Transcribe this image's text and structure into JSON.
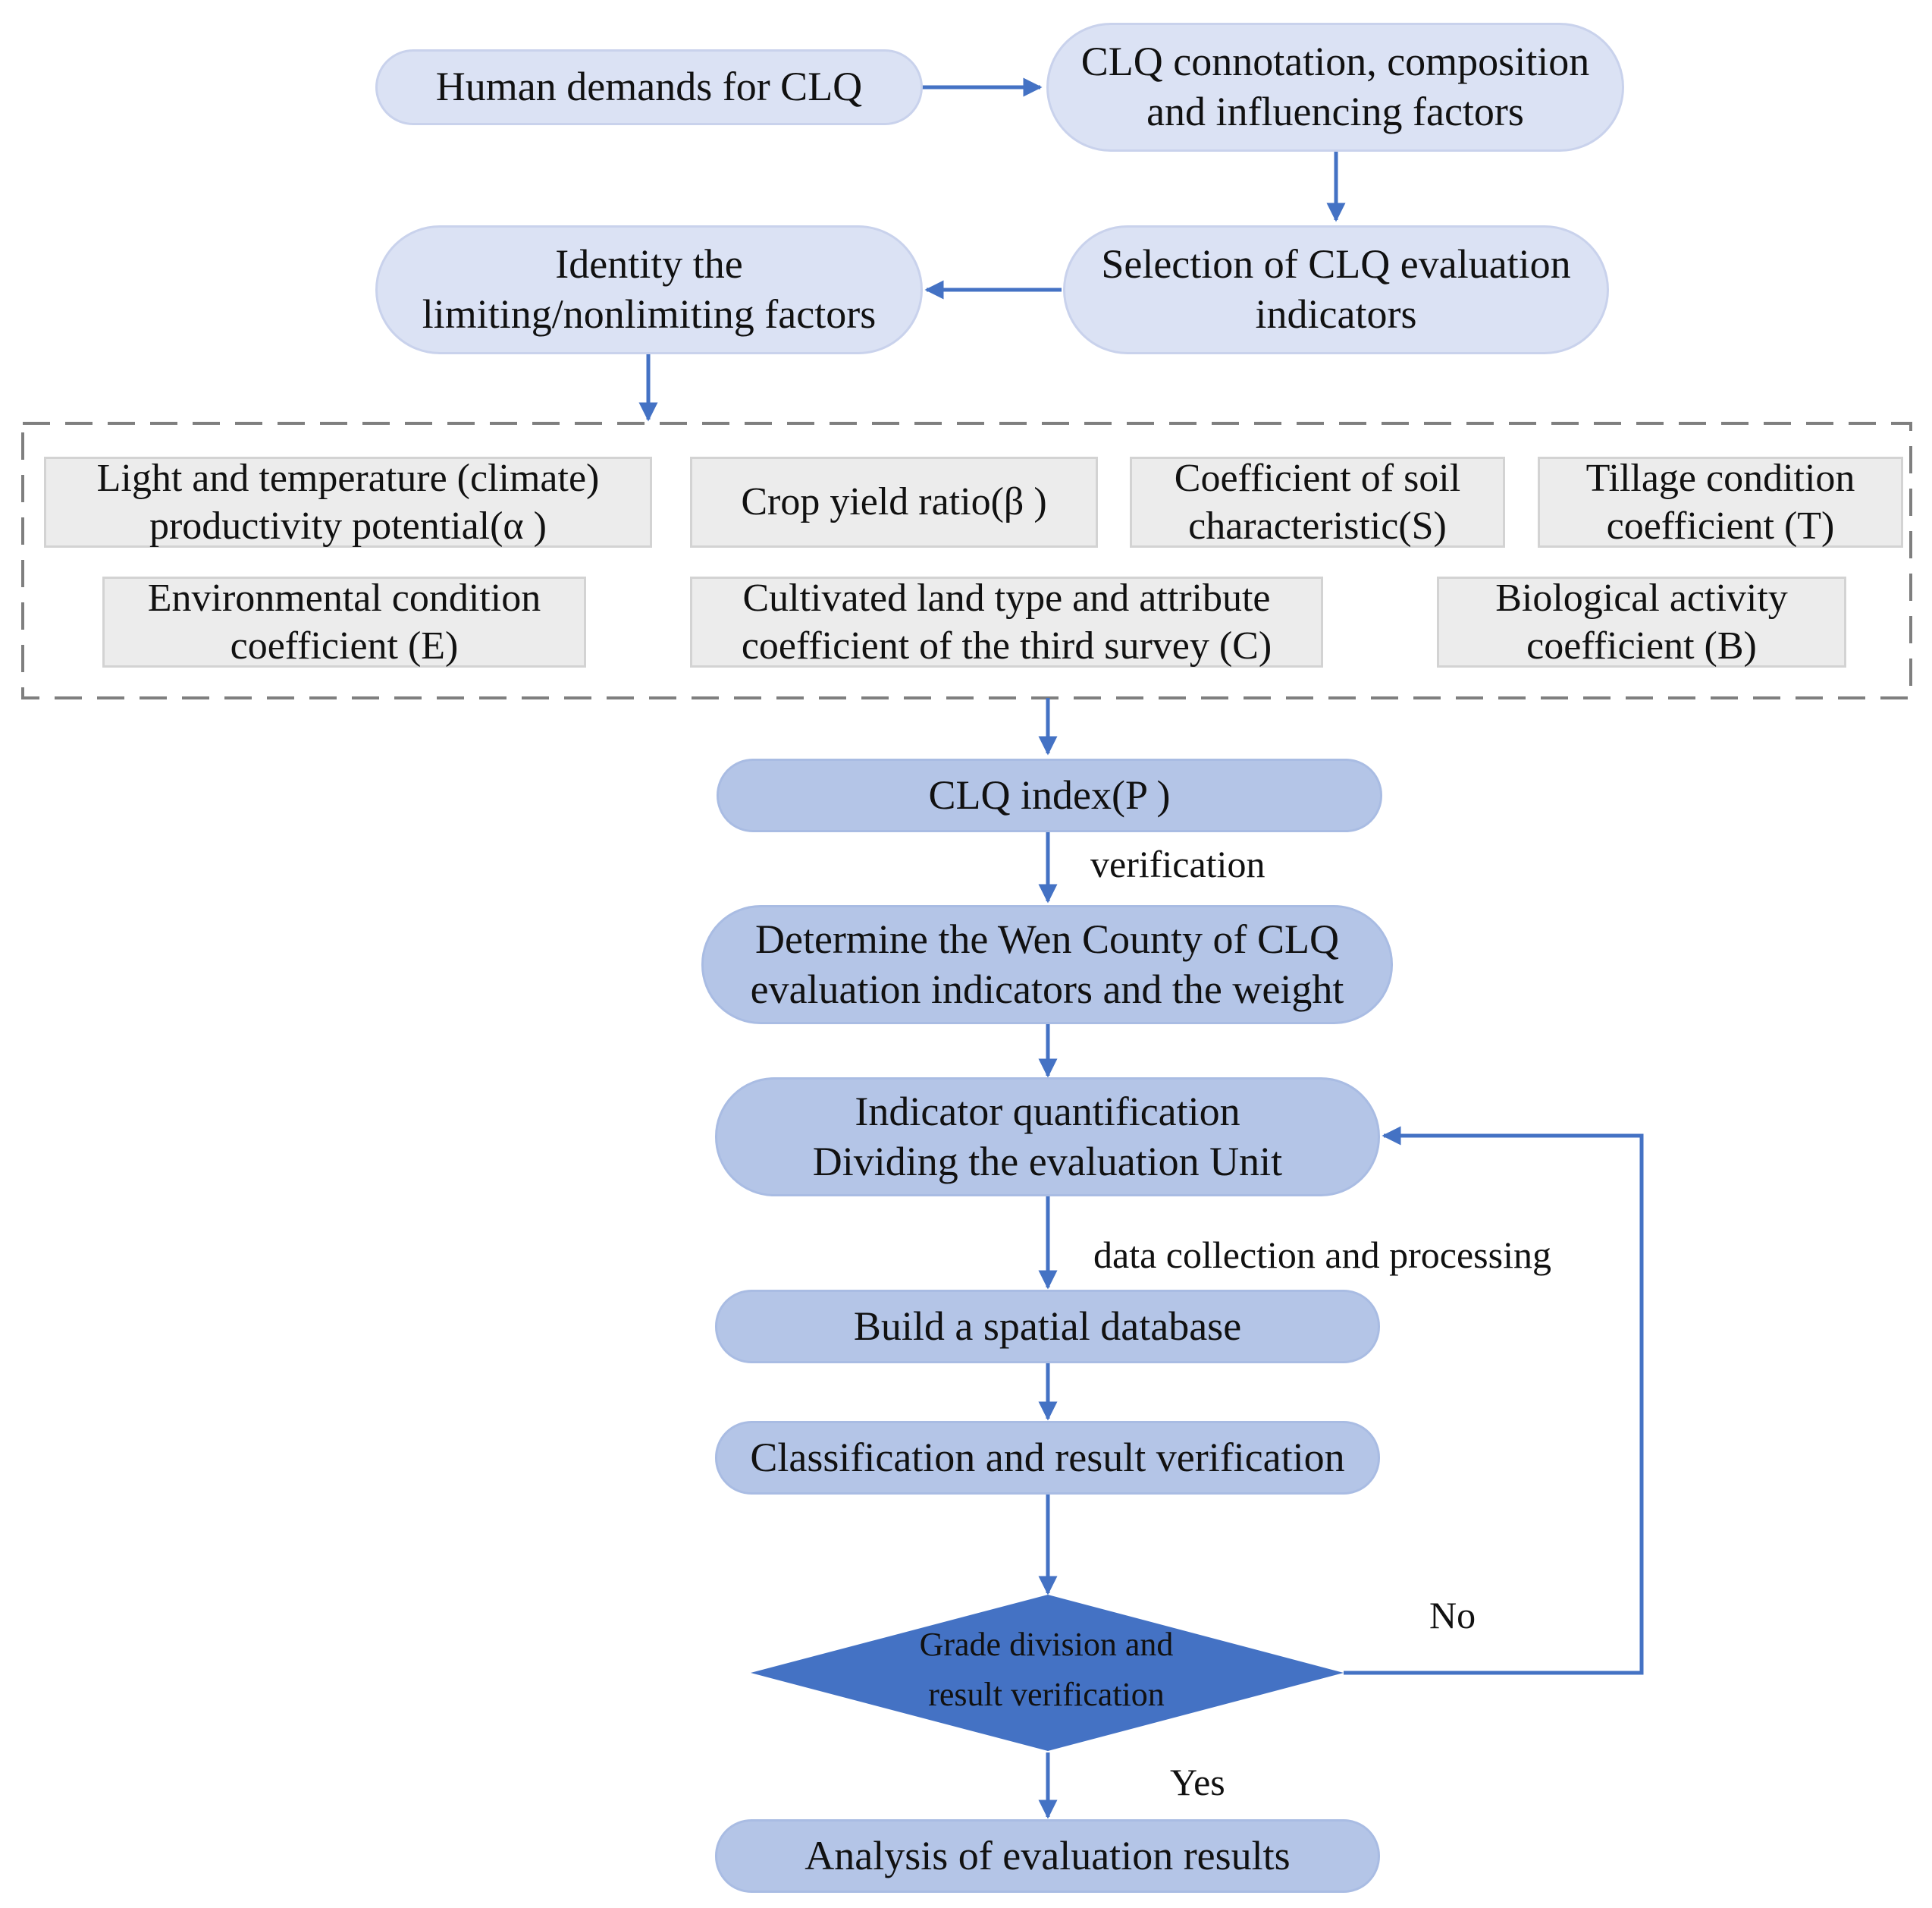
{
  "colors": {
    "arrow": "#4472c4",
    "top_nodes": "#dbe2f4",
    "main_nodes": "#b4c5e7",
    "indicator_boxes": "#ececec",
    "diamond": "#4472c4",
    "dashed_frame": "#7f7f7f"
  },
  "nodes": {
    "human_demands": [
      "Human demands for CLQ"
    ],
    "clq_connotation": [
      "CLQ connotation, composition",
      "and influencing factors"
    ],
    "selection": [
      "Selection of CLQ evaluation",
      "indicators"
    ],
    "identity": [
      "Identity the",
      "limiting/nonlimiting factors"
    ]
  },
  "indicators": {
    "alpha": [
      "Light and temperature (climate)",
      "productivity potential(α )"
    ],
    "beta": [
      "Crop yield ratio(β )"
    ],
    "soil": [
      "Coefficient of soil",
      "characteristic(S)"
    ],
    "tillage": [
      "Tillage condition",
      "coefficient (T)"
    ],
    "env": [
      "Environmental condition",
      "coefficient (E)"
    ],
    "cultivated": [
      "Cultivated land type and attribute",
      "coefficient of the third  survey (C)"
    ],
    "bio": [
      "Biological activity",
      "coefficient (B)"
    ]
  },
  "flow": {
    "clq_index": [
      "CLQ index(P )"
    ],
    "determine": [
      "Determine the Wen County of CLQ",
      "evaluation indicators  and the weight"
    ],
    "quantify": [
      "Indicator quantification",
      "Dividing the evaluation Unit"
    ],
    "database": [
      "Build a spatial database"
    ],
    "classification": [
      "Classification and result verification"
    ],
    "grade": [
      "Grade division and",
      "result verification"
    ],
    "analysis": [
      "Analysis of evaluation results"
    ]
  },
  "edge_labels": {
    "verification": "verification",
    "data_collection": "data collection and processing",
    "no": "No",
    "yes": "Yes"
  }
}
